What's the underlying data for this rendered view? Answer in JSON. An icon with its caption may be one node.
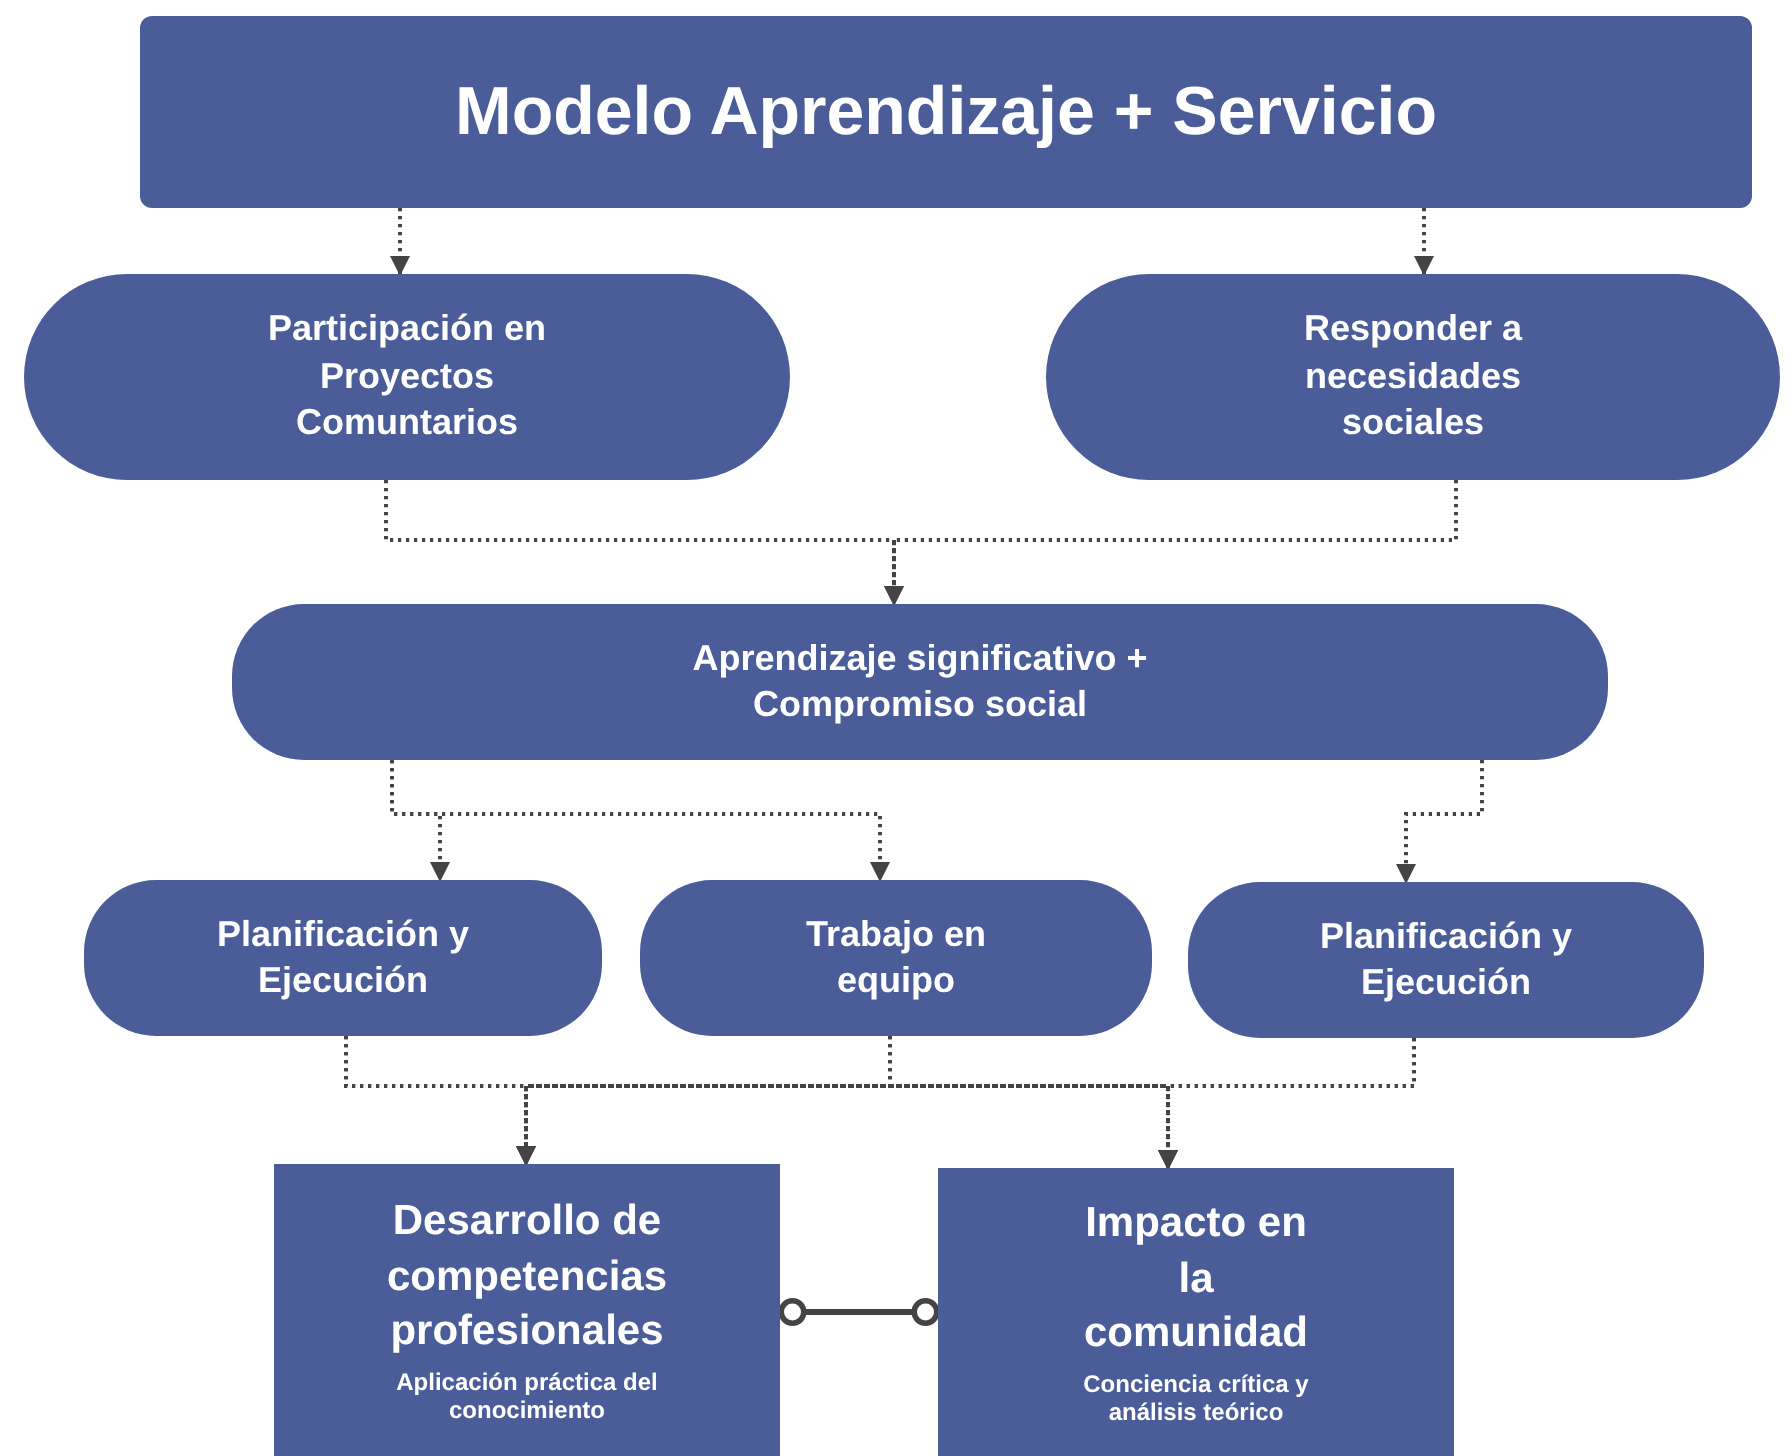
{
  "diagram": {
    "nodes": [
      {
        "text": [
          "Modelo Aprendizaje + Servicio"
        ]
      },
      {
        "text": [
          "Participación en Proyectos Comuntarios"
        ]
      },
      {
        "text": [
          "Responder a necesidades sociales"
        ]
      },
      {
        "text": [
          "Aprendizaje significativo + Compromiso social"
        ]
      },
      {
        "text": [
          "Planificación y Ejecución"
        ]
      },
      {
        "text": [
          "Trabajo en equipo"
        ]
      },
      {
        "text": [
          "Planificación y Ejecución"
        ]
      },
      {
        "text": [
          "Desarrollo de competencias profesionales",
          "Aplicación práctica del conocimiento"
        ]
      },
      {
        "text": [
          "Impacto en la comunidad",
          "Conciencia crítica y análisis teórico"
        ]
      }
    ],
    "edges": [
      {
        "from": 0,
        "to": 1,
        "arrow": "to",
        "style": "dashed"
      },
      {
        "from": 0,
        "to": 2,
        "arrow": "to",
        "style": "dashed"
      },
      {
        "from": 1,
        "to": 3,
        "arrow": "to",
        "style": "dashed"
      },
      {
        "from": 2,
        "to": 3,
        "arrow": "to",
        "style": "dashed"
      },
      {
        "from": 3,
        "to": 4,
        "arrow": "to",
        "style": "dashed"
      },
      {
        "from": 3,
        "to": 5,
        "arrow": "to",
        "style": "dashed"
      },
      {
        "from": 3,
        "to": 6,
        "arrow": "to",
        "style": "dashed"
      },
      {
        "from": 4,
        "to": 7,
        "arrow": "to",
        "style": "dashed"
      },
      {
        "from": 4,
        "to": 8,
        "arrow": "to",
        "style": "dashed"
      },
      {
        "from": 5,
        "to": 7,
        "arrow": "to",
        "style": "dashed"
      },
      {
        "from": 5,
        "to": 8,
        "arrow": "to",
        "style": "dashed"
      },
      {
        "from": 6,
        "to": 7,
        "arrow": "to",
        "style": "dashed"
      },
      {
        "from": 6,
        "to": 8,
        "arrow": "to",
        "style": "dashed"
      },
      {
        "from": 7,
        "to": 8,
        "arrow": "other"
      }
    ]
  }
}
